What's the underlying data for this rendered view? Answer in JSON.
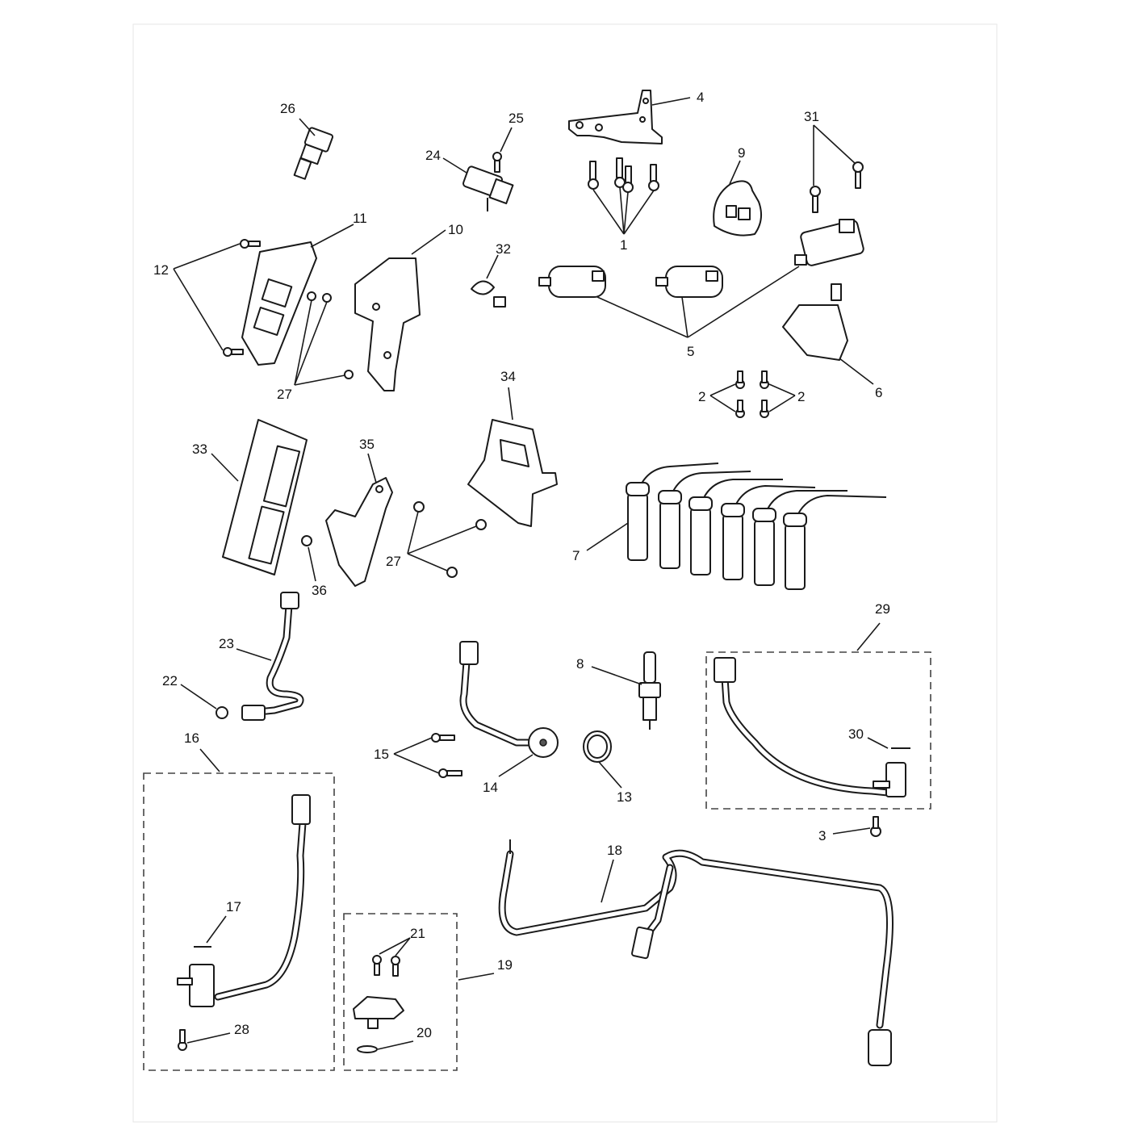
{
  "callouts": {
    "c1": "1",
    "c2a": "2",
    "c2b": "2",
    "c3": "3",
    "c4": "4",
    "c5": "5",
    "c6": "6",
    "c7": "7",
    "c8": "8",
    "c9": "9",
    "c10": "10",
    "c11": "11",
    "c12": "12",
    "c13": "13",
    "c14": "14",
    "c15": "15",
    "c16": "16",
    "c17": "17",
    "c18": "18",
    "c19": "19",
    "c20": "20",
    "c21": "21",
    "c22": "22",
    "c23": "23",
    "c24": "24",
    "c25": "25",
    "c26": "26",
    "c27a": "27",
    "c27b": "27",
    "c28": "28",
    "c29": "29",
    "c30": "30",
    "c31": "31",
    "c32": "32",
    "c33": "33",
    "c34": "34",
    "c35": "35",
    "c36": "36"
  },
  "colors": {
    "line": "#1a1a1a",
    "background": "#ffffff",
    "dashed_box": "#444444"
  }
}
